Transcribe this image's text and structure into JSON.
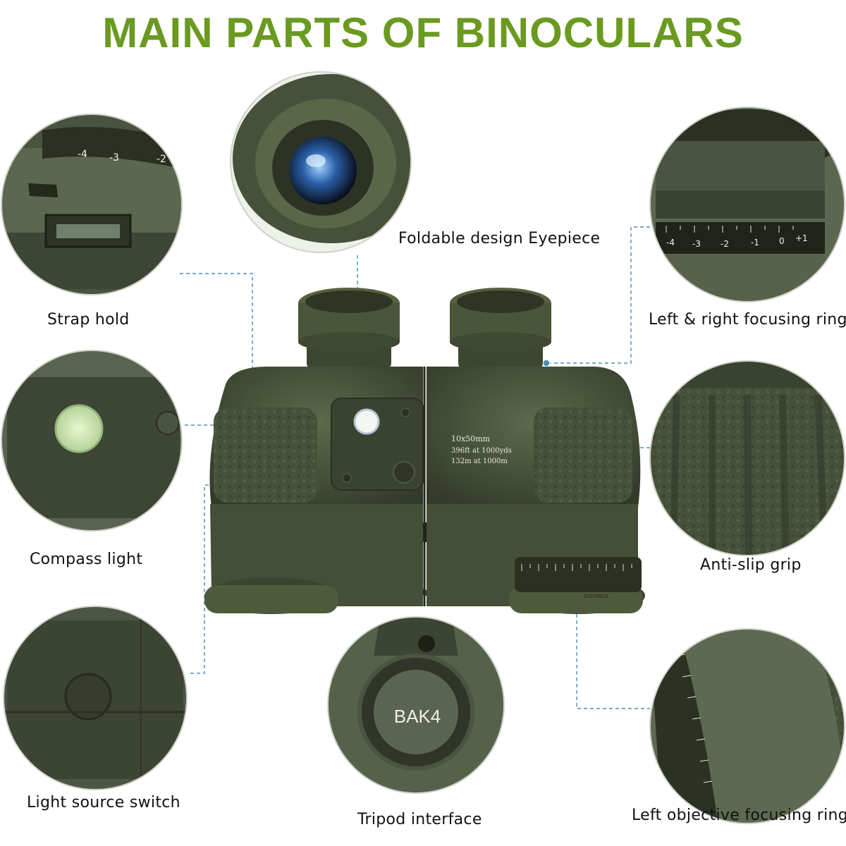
{
  "title": "MAIN PARTS OF BINOCULARS",
  "colors": {
    "title": "#6a9a1f",
    "body": "#4d5740",
    "body_dark": "#3a4231",
    "grip": "#3f4a2e",
    "leader": "#4a8fb5"
  },
  "labels": {
    "eyepiece": "Foldable design Eyepiece",
    "strap": "Strap hold",
    "focusing_rings": "Left & right focusing rings",
    "compass_light": "Compass light",
    "anti_slip": "Anti-slip grip",
    "light_switch": "Light source switch",
    "tripod": "Tripod interface",
    "objective_ring": "Left objective focusing ring"
  },
  "device_text": {
    "spec_line1": "10x50mm",
    "spec_line2": "396ft at 1000yds",
    "spec_line3": "132m at 1000m",
    "prism": "BAK4",
    "distance": "DISTANCE"
  },
  "scale_text": {
    "strap_scale": [
      "-4",
      "-3",
      "-2"
    ],
    "ring_scale": [
      "-4",
      "-3",
      "-2",
      "-1",
      "0",
      "+1"
    ]
  },
  "icons": [
    "eyepiece-photo",
    "strap-photo",
    "focus-ring-photo",
    "compass-light-photo",
    "grip-photo",
    "switch-photo",
    "tripod-photo",
    "objective-ring-photo"
  ]
}
